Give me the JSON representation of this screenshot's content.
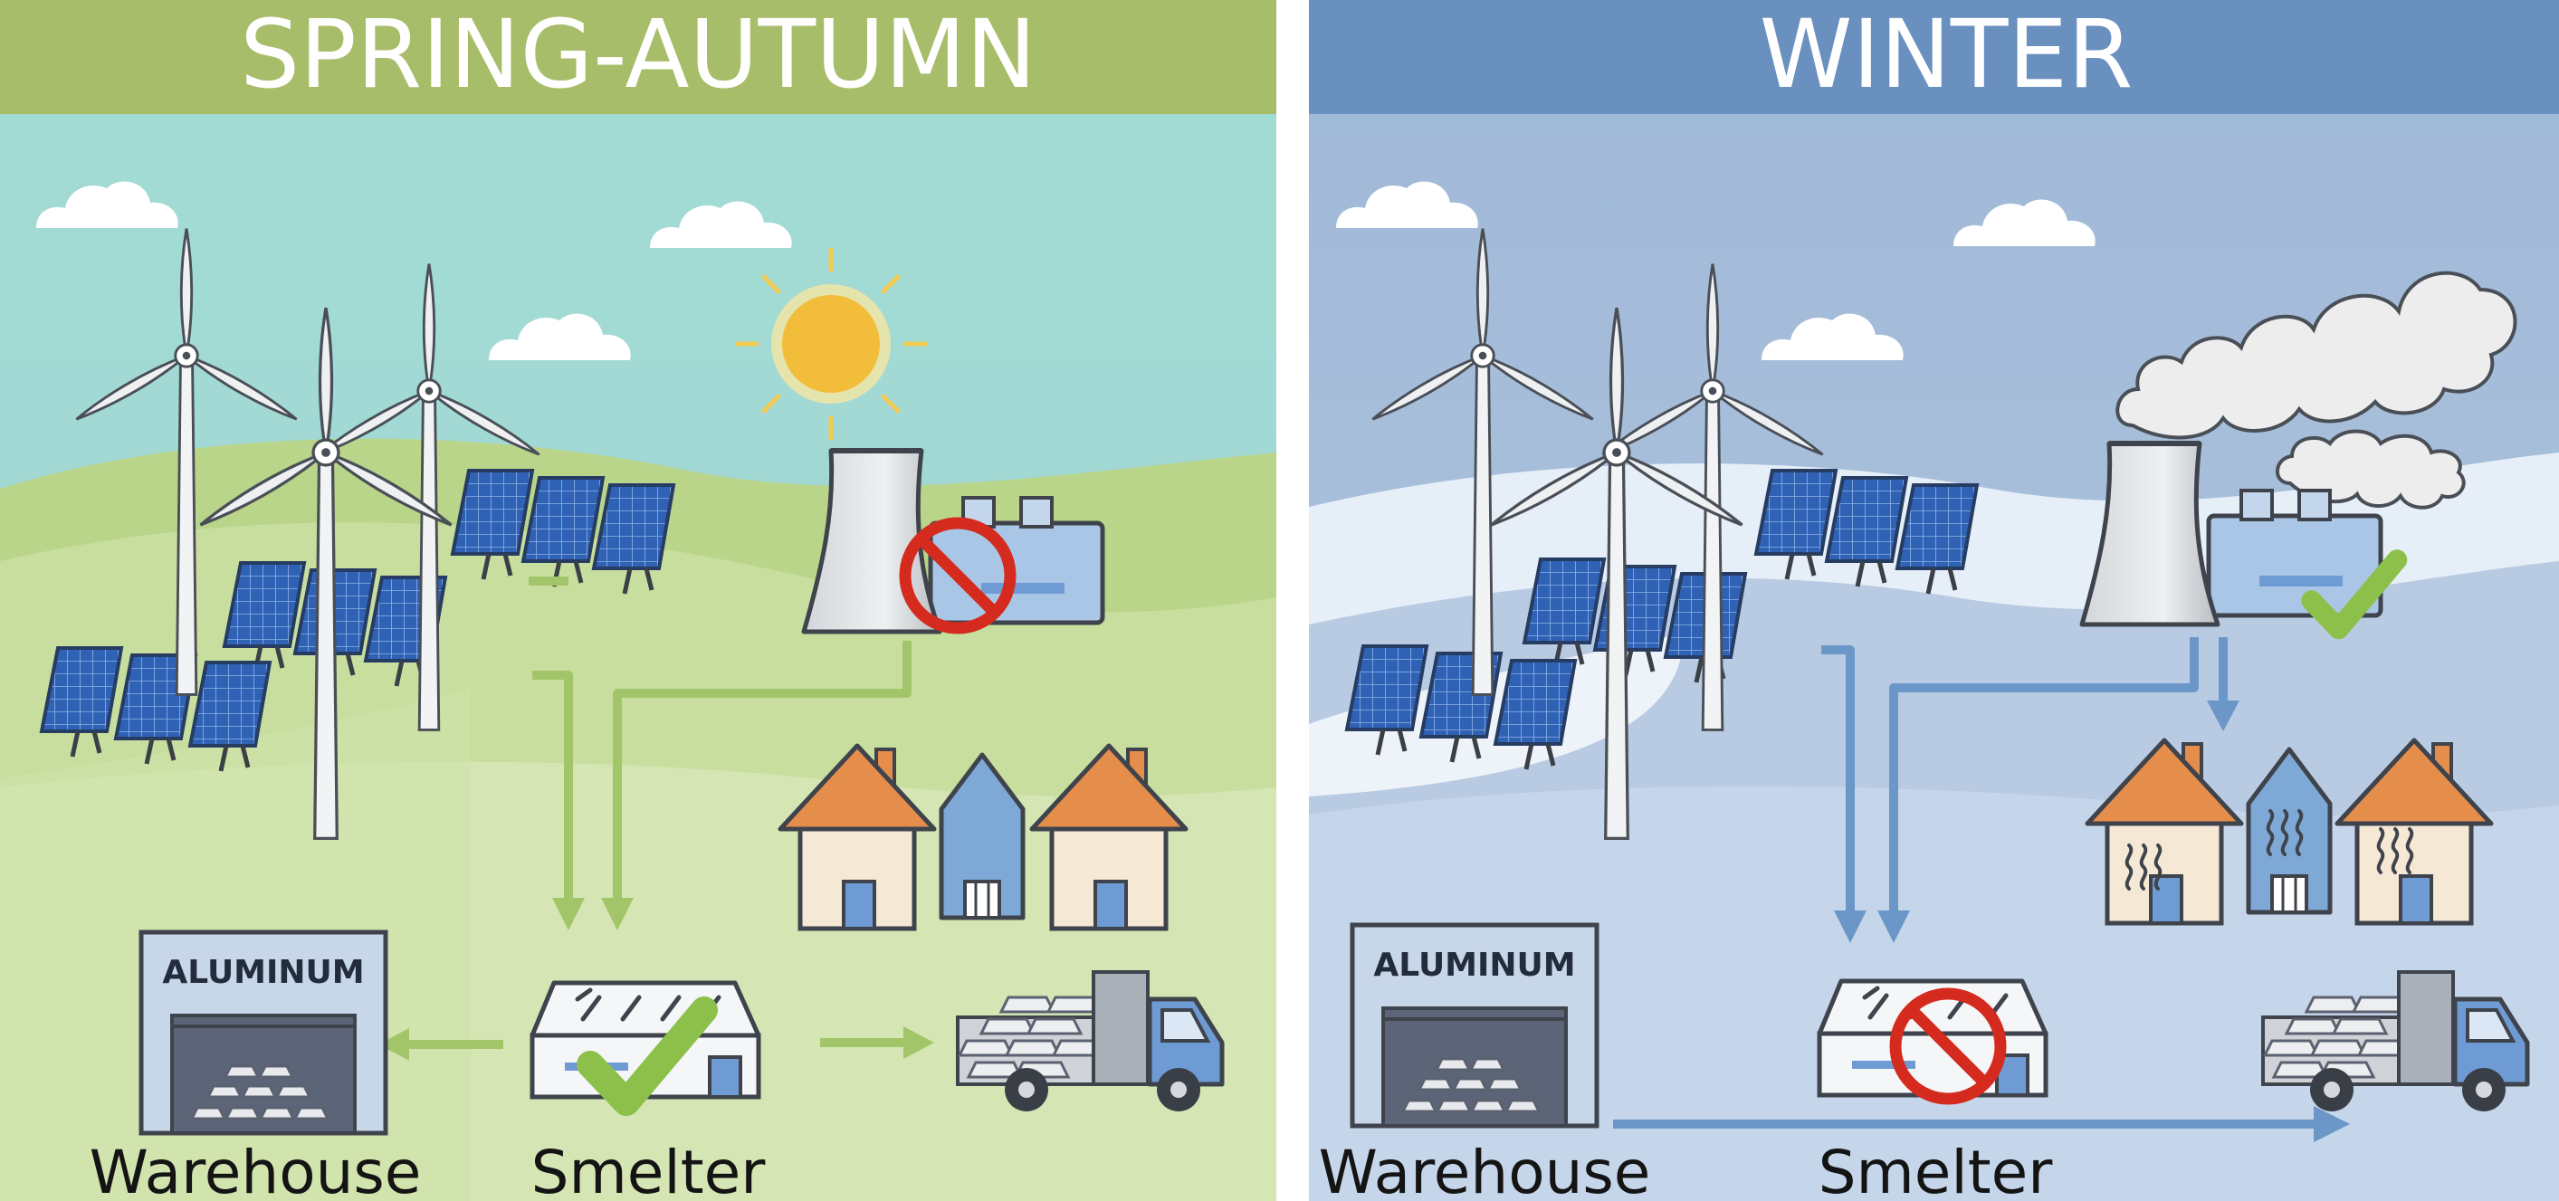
{
  "panels": {
    "spring_autumn": {
      "title": "SPRING-AUTUMN",
      "warehouse_sign": "ALUMINUM",
      "warehouse_label": "Warehouse",
      "smelter_label": "Smelter",
      "power_plant_status": "prohibited-icon",
      "smelter_status": "checkmark-icon",
      "colors": {
        "header": "#a8bd6a",
        "sky": "#9dd6d0",
        "hill": "#b7d284",
        "arrow": "#a3c56a"
      }
    },
    "winter": {
      "title": "WINTER",
      "warehouse_sign": "ALUMINUM",
      "warehouse_label": "Warehouse",
      "smelter_label": "Smelter",
      "power_plant_status": "checkmark-icon",
      "smelter_status": "prohibited-icon",
      "colors": {
        "header": "#6a90bf",
        "sky": "#a8bedb",
        "hill": "#e4edf6",
        "arrow": "#6b97c8"
      }
    }
  },
  "colors": {
    "prohibited": "#d42b1e",
    "check": "#8cc04b",
    "panel": "#2f5fb0",
    "roof": "#e58d4b"
  }
}
